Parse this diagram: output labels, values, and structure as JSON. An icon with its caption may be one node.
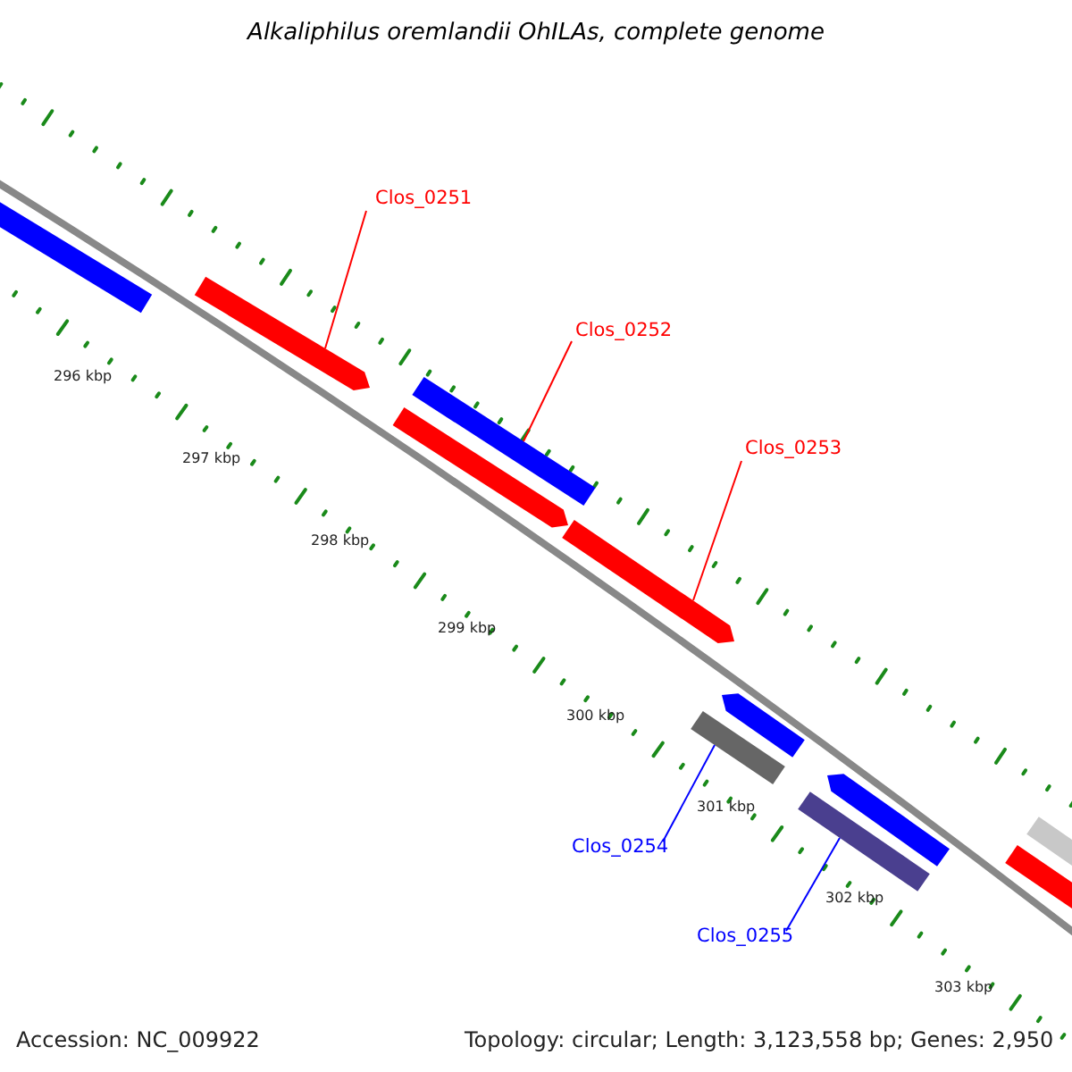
{
  "diagram": {
    "title": "Alkaliphilus oremlandii OhILAs, complete genome",
    "nodes": [
      {
        "text": [],
        "shape": "bar"
      },
      {
        "text": [
          "Clos_0251"
        ]
      },
      {
        "text": [],
        "shape": "bar"
      },
      {
        "text": [
          "Clos_0252"
        ]
      },
      {
        "text": [],
        "shape": "bar"
      },
      {
        "text": [],
        "shape": "bar"
      },
      {
        "text": [
          "Clos_0253"
        ]
      },
      {
        "text": [],
        "shape": "bar"
      },
      {
        "text": [],
        "shape": "bar"
      },
      {
        "text": [],
        "shape": "bar"
      },
      {
        "text": [
          "Clos_0254"
        ]
      },
      {
        "text": [],
        "shape": "bar"
      },
      {
        "text": [],
        "shape": "bar"
      },
      {
        "text": [
          "Clos_0255"
        ]
      },
      {
        "text": [],
        "shape": "bar"
      },
      {
        "text": [],
        "shape": "bar"
      }
    ],
    "edges": [
      {
        "from": 1,
        "to": 2,
        "arrow": "none",
        "color": "#ff0000"
      },
      {
        "from": 3,
        "to": 4,
        "arrow": "none",
        "color": "#ff0000"
      },
      {
        "from": 6,
        "to": 7,
        "arrow": "none",
        "color": "#ff0000"
      },
      {
        "from": 10,
        "to": 9,
        "arrow": "none",
        "color": "#0000ff"
      },
      {
        "from": 13,
        "to": 12,
        "arrow": "none",
        "color": "#0000ff"
      }
    ],
    "labels": [
      "296 kbp",
      "297 kbp",
      "298 kbp",
      "299 kbp",
      "300 kbp",
      "301 kbp",
      "302 kbp",
      "303 kbp",
      "Accession: NC_009922",
      "Topology: circular; Length: 3,123,558 bp; Genes: 2,950"
    ]
  }
}
